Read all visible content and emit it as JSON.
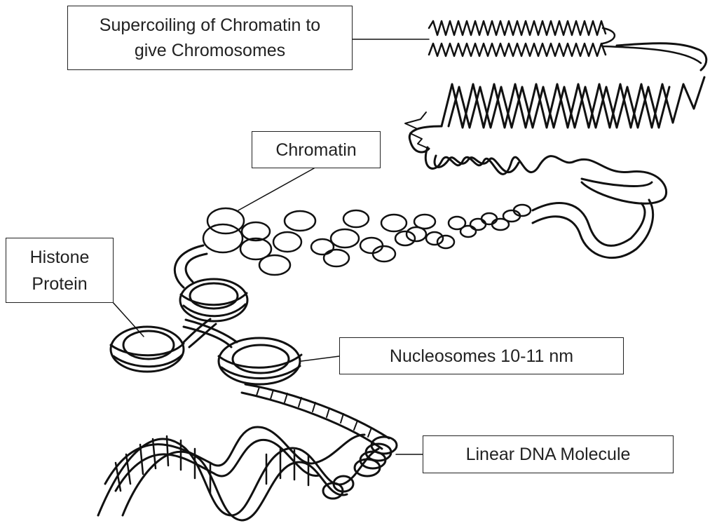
{
  "labels": {
    "supercoiling_line1": "Supercoiling of Chromatin to",
    "supercoiling_line2": "give Chromosomes",
    "chromatin": "Chromatin",
    "histone_line1": "Histone",
    "histone_line2": "Protein",
    "nucleosomes": "Nucleosomes 10-11 nm",
    "linear_dna": "Linear DNA Molecule"
  }
}
